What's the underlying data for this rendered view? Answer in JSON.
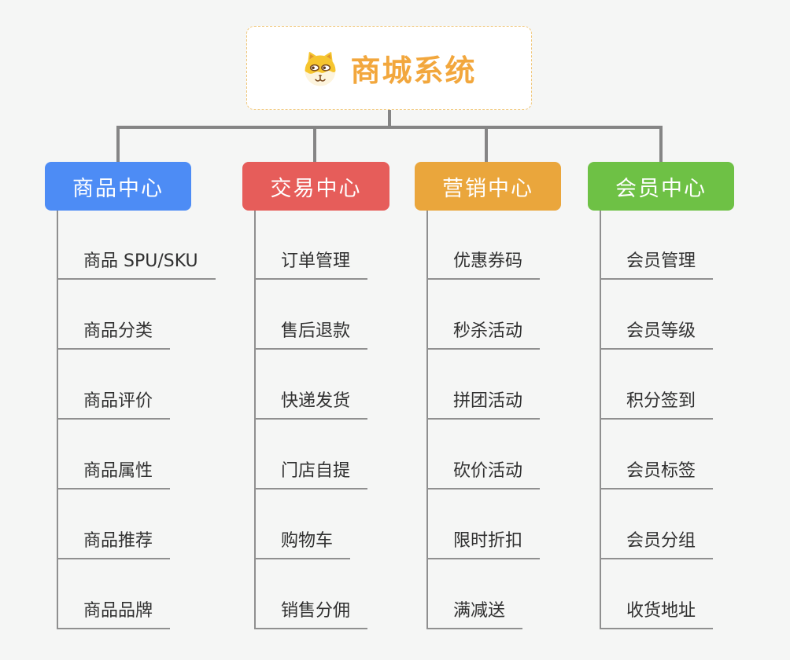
{
  "diagram": {
    "type": "mindmap-tree",
    "background": "#f5f6f5",
    "connector_color": "#858585",
    "leaf_line_color": "#909090"
  },
  "root": {
    "title": "商城系统",
    "icon": "dog-face-icon",
    "text_color": "#f2a73d",
    "border_color": "#f0c678",
    "background": "#ffffff"
  },
  "branches": [
    {
      "id": "product-center",
      "label": "商品中心",
      "color": "#4d8cf5",
      "children": [
        "商品 SPU/SKU",
        "商品分类",
        "商品评价",
        "商品属性",
        "商品推荐",
        "商品品牌"
      ]
    },
    {
      "id": "trade-center",
      "label": "交易中心",
      "color": "#e65d5a",
      "children": [
        "订单管理",
        "售后退款",
        "快递发货",
        "门店自提",
        "购物车",
        "销售分佣"
      ]
    },
    {
      "id": "marketing-center",
      "label": "营销中心",
      "color": "#eaa63c",
      "children": [
        "优惠券码",
        "秒杀活动",
        "拼团活动",
        "砍价活动",
        "限时折扣",
        "满减送"
      ]
    },
    {
      "id": "member-center",
      "label": "会员中心",
      "color": "#6ec145",
      "children": [
        "会员管理",
        "会员等级",
        "积分签到",
        "会员标签",
        "会员分组",
        "收货地址"
      ]
    }
  ]
}
